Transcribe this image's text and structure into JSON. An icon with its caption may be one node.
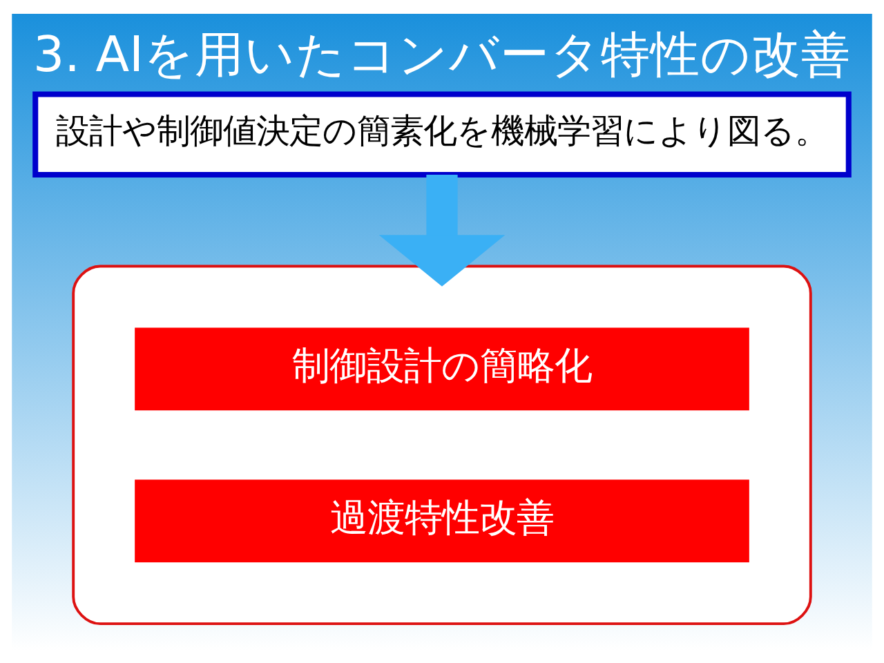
{
  "diagram": {
    "title": "3. AIを用いたコンバータ特性の改善",
    "nodes": [
      {
        "text": [
          "設計や制御値決定の簡素化を機械学習により図る。"
        ]
      },
      {
        "text": [],
        "shape": "box"
      },
      {
        "text": [
          "制御設計の簡略化"
        ],
        "in": 1
      },
      {
        "text": [
          "過渡特性改善"
        ],
        "in": 1
      }
    ],
    "edges": [
      {
        "from": 0,
        "to": 1,
        "arrow": "to",
        "color": "#3ab0f5"
      }
    ]
  }
}
